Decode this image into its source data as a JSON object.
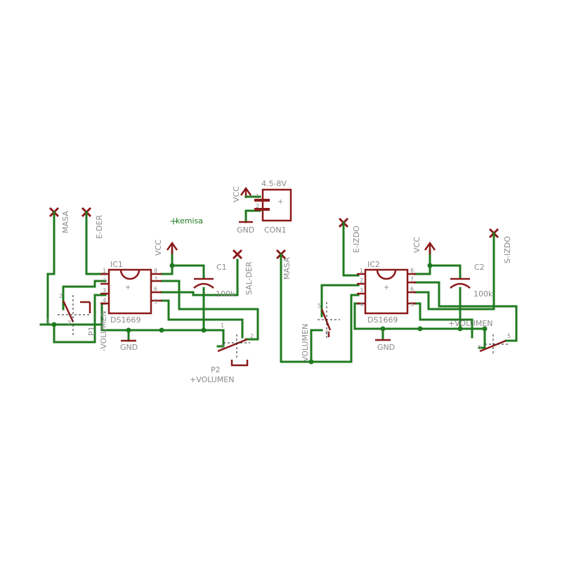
{
  "labels": {
    "masa_left": "MASA",
    "e_der": "E-DER",
    "vcc_left": "VCC",
    "ic1": "IC1",
    "ic1_chip": "DS1669",
    "c1": "C1",
    "c1_val": "100k",
    "sal_der": "SAL-DER",
    "gnd_left": "GND",
    "p1": "P1",
    "vol_minus": "-VOLUMEN",
    "p2": "P2",
    "vol_plus_left": "+VOLUMEN",
    "kemisa": "kemisa",
    "vcc_con": "VCC",
    "con_val": "4.5-8V",
    "con1": "CON1",
    "gnd_con": "GND",
    "masa_right": "MASA",
    "e_izdo": "E-IZDO",
    "vcc_right": "VCC",
    "ic2": "IC2",
    "ic2_chip": "DS1669",
    "c2": "C2",
    "c2_val": "100k",
    "s_izdo": "S-IZDO",
    "gnd_right": "GND",
    "volumen": "VOLUMEN",
    "vol_plus_right": "+VOLUMEN"
  },
  "pins": {
    "p1": "1",
    "p2": "2",
    "p3": "3",
    "p4": "4",
    "p5": "5",
    "p6": "6",
    "p7": "7",
    "p8": "8"
  },
  "colors": {
    "wire": "#1f7a1f",
    "part": "#8b1a1a",
    "text": "#8a8a8a"
  }
}
